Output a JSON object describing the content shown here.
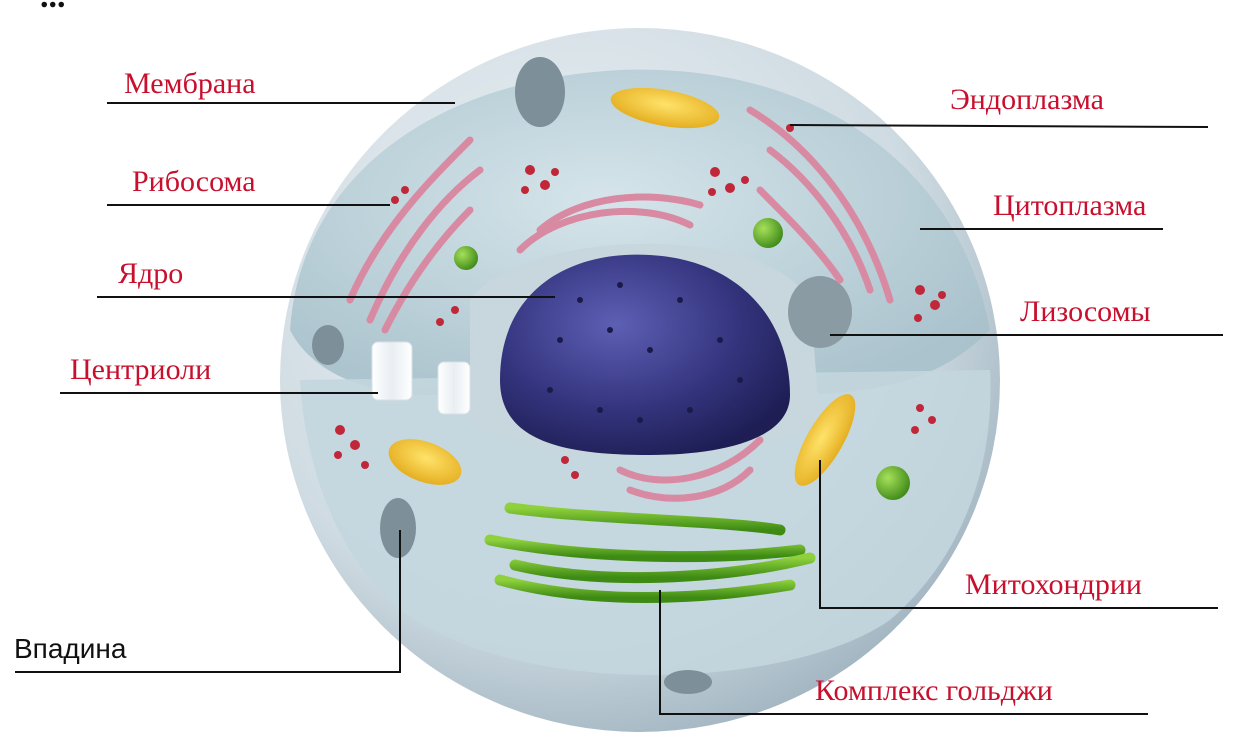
{
  "diagram": {
    "top_text_partial": "...",
    "labels": {
      "membrane": "Мембрана",
      "ribosome": "Рибосома",
      "nucleus": "Ядро",
      "centrioles": "Центриоли",
      "pit": "Впадина",
      "endoplasm": "Эндоплазма",
      "cytoplasm": "Цитоплазма",
      "lysosomes": "Лизосомы",
      "mitochondria": "Митохондрии",
      "golgi": "Комплекс гольджи"
    },
    "colors": {
      "label_red": "#c8102e",
      "label_dark": "#111111",
      "cell_outer": "#cfdce3",
      "cytoplasm": "#b7d0d9",
      "nucleus": "#3a3a86",
      "mitochondria": "#f2c230",
      "golgi": "#5fa81e",
      "er": "#d98aa3",
      "ribosome": "#c0283a"
    }
  }
}
